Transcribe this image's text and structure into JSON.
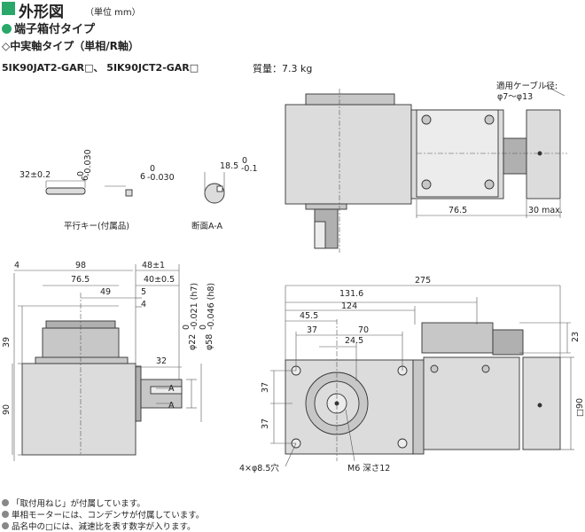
{
  "header": {
    "title": "外形図",
    "unit": "（単位 mm）",
    "subtitle": "端子箱付タイプ",
    "subtitle2": "◇中実軸タイプ（単相/R軸）",
    "models": "5IK90JAT2-GAR□、 5IK90JCT2-GAR□",
    "mass": "質量：7.3 kg"
  },
  "labels": {
    "cable": "適用ケーブル径:",
    "cable_range": "φ7～φ13",
    "key": "平行キー(付属品)",
    "section": "断面A-A",
    "holes": "4×φ8.5穴",
    "tap": "M6 深さ12",
    "section_mark": "A"
  },
  "dims": {
    "d32": "32±0.2",
    "d6a": "6",
    "d6a_tol": "0",
    "d6a_tol2": "-0.030",
    "d6b": "6",
    "d6b_tol": "0",
    "d6b_tol2": "-0.030",
    "d18_5": "18.5",
    "d18_5_tol": "0",
    "d18_5_tol2": "-0.1",
    "d76_5_top": "76.5",
    "d30max": "30 max.",
    "d4": "4",
    "d98": "98",
    "d48": "48±1",
    "d76_5": "76.5",
    "d40": "40±0.5",
    "d49": "49",
    "d5": "5",
    "d4b": "4",
    "d39": "39",
    "d90": "90",
    "d32b": "32",
    "phi22": "φ22",
    "phi22_tol": "0",
    "phi22_tol2": "-0.021 (h7)",
    "phi58": "φ58",
    "phi58_tol": "0",
    "phi58_tol2": "-0.046 (h8)",
    "d275": "275",
    "d131_6": "131.6",
    "d124": "124",
    "d45_5": "45.5",
    "d37": "37",
    "d70": "70",
    "d24_5": "24.5",
    "d23": "23",
    "d37v1": "37",
    "d37v2": "37",
    "sq90": "□90"
  },
  "notes": [
    "「取付用ねじ」が付属しています。",
    "単相モーターには、コンデンサが付属しています。",
    "品名中の□には、減速比を表す数字が入ります。"
  ]
}
